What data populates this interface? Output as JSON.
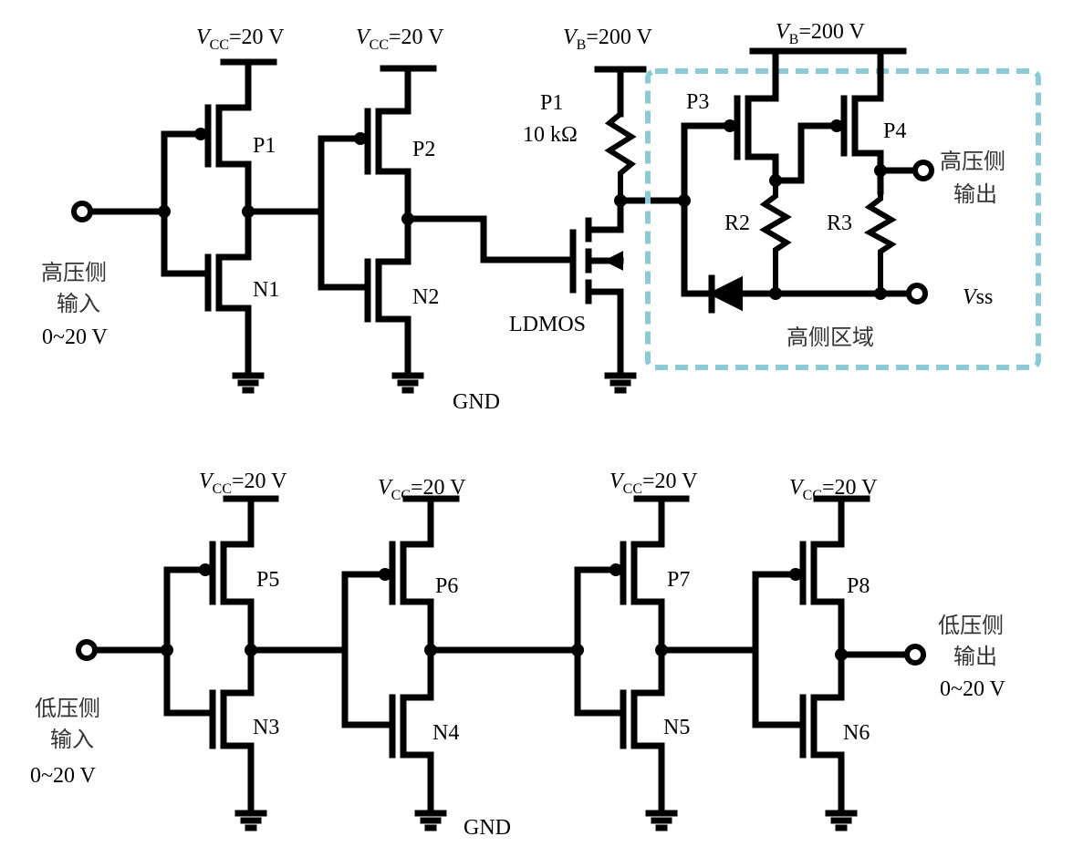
{
  "supply": {
    "vcc_main": "V",
    "vcc_sub": "CC",
    "vcc_value": "=20 V",
    "vb_main": "V",
    "vb_sub": "B",
    "vb_value": "=200 V"
  },
  "top": {
    "p1": "P1",
    "p2": "P2",
    "n1": "N1",
    "n2": "N2",
    "resistor_label": "P1",
    "resistor_value": "10 kΩ",
    "ldmos": "LDMOS",
    "gnd": "GND",
    "input_line1": "高压侧",
    "input_line2": "输入",
    "input_line3": "0~20 V"
  },
  "high_side": {
    "p3": "P3",
    "p4": "P4",
    "r2": "R2",
    "r3": "R3",
    "output_line1": "高压侧",
    "output_line2": "输出",
    "vss_main": "V",
    "vss_sub": "ss",
    "region_label": "高侧区域",
    "region_color": "#8ccbd6"
  },
  "bottom": {
    "p5": "P5",
    "p6": "P6",
    "p7": "P7",
    "p8": "P8",
    "n3": "N3",
    "n4": "N4",
    "n5": "N5",
    "n6": "N6",
    "gnd": "GND",
    "input_line1": "低压侧",
    "input_line2": "输入",
    "input_line3": "0~20 V",
    "output_line1": "低压侧",
    "output_line2": "输出",
    "output_line3": "0~20 V"
  }
}
